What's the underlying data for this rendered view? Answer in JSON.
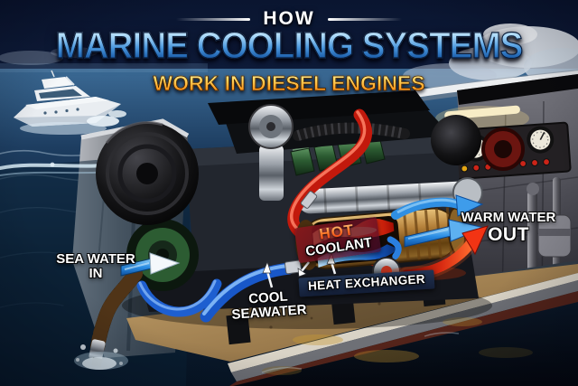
{
  "header": {
    "kicker": "HOW",
    "title": "MARINE COOLING SYSTEMS",
    "subtitle": "WORK IN DIESEL ENGINES"
  },
  "labels": {
    "sea_water_in": {
      "line1": "SEA WATER",
      "line2": "IN"
    },
    "cool_seawater": {
      "line1": "COOL",
      "line2": "SEAWATER"
    },
    "hot_coolant": {
      "line1": "HOT",
      "line2": "COOLANT"
    },
    "heat_exchanger": {
      "text": "HEAT EXCHANGER"
    },
    "warm_water_out": {
      "line1": "WARM WATER",
      "line2": "OUT"
    }
  },
  "icons": {
    "sea_water_in_arrow": "blue right-arrow with white arrowhead",
    "warm_water_out_blue_arrow": "blue right-arrow",
    "warm_water_out_red_arrow": "red curved up-right arrow",
    "pointer_arrows": "small white callout pointer arrows",
    "gauge_cluster": "three analog gauges with indicator lights"
  },
  "colors": {
    "title_gradient_top": "#eaf7ff",
    "title_gradient_bottom": "#123e78",
    "subtitle_gradient_top": "#ffd75e",
    "subtitle_gradient_bottom": "#e87400",
    "arrow_blue": "#2a8de4",
    "arrow_red": "#e0301a",
    "hot_flow_red": "#ff4a1f",
    "cool_flow_blue": "#1f6fe0",
    "sky_navy": "#14294e",
    "deep_water": "#081322",
    "heat_exchanger_brass": "#b4803a",
    "engine_green": "#2c5c32"
  }
}
